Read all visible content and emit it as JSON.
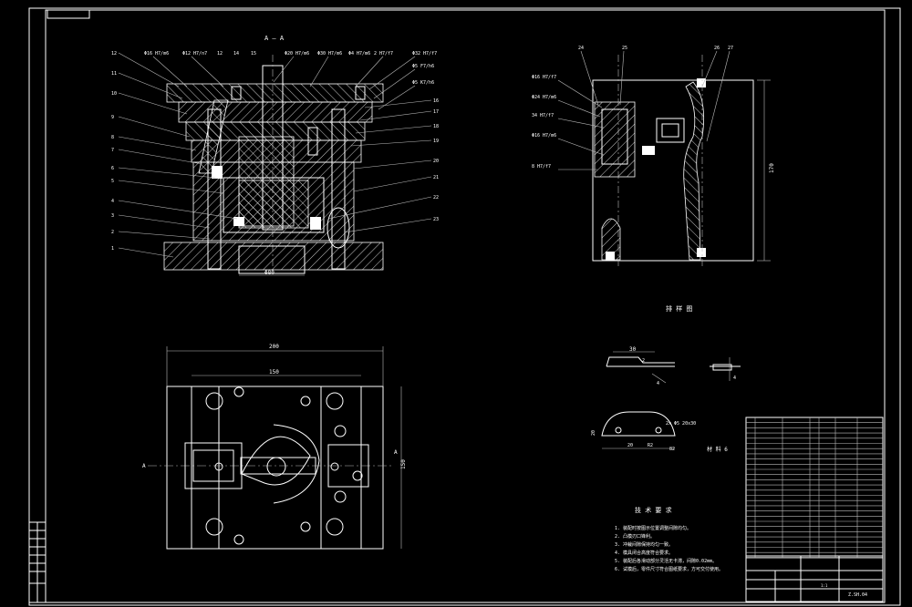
{
  "title_block": {
    "company_label": "",
    "drawing_name": "",
    "drawing_number": "Z.SH.04",
    "scale_label": "1:1"
  },
  "section_view": {
    "title": "A — A",
    "base_dim": "Φ80",
    "fits_top": [
      "Φ16 H7/m6",
      "Φ12 H7/n7",
      "12",
      "14",
      "15",
      "Φ20 H7/m6",
      "Φ30 H7/m6",
      "Φ4 H7/m6",
      "2 H7/f7",
      "Φ32 H7/f7",
      "Φ5 F7/h6",
      "Φ5 K7/h6"
    ],
    "left_balloons": [
      "12",
      "11",
      "10",
      "9",
      "8",
      "7",
      "6",
      "5",
      "4",
      "3",
      "2",
      "1"
    ],
    "right_balloons": [
      "16",
      "17",
      "18",
      "19",
      "20",
      "21",
      "22",
      "23"
    ]
  },
  "side_view": {
    "balloons_top": [
      "24",
      "25",
      "26",
      "27"
    ],
    "fits_left": [
      "Φ16 H7/f7",
      "Φ24 H7/m6",
      "34 H7/f7",
      "Φ16 H7/m6",
      "8 H7/f7"
    ],
    "height_dim": "170"
  },
  "part_label": "排 样 图",
  "plan_view": {
    "dim_width": "200",
    "dim_inner": "150",
    "dim_height": "150",
    "section_marker": "A"
  },
  "detail_dims": {
    "d1_width": "30",
    "d1_a": "2",
    "d1_b": "4",
    "d2_a": "4",
    "d3_label": "2x Φ5 20x30",
    "d3_w": "20",
    "d3_r": "R2",
    "d3_h": "20",
    "d3_side": "82"
  },
  "notes": {
    "heading": "技 术 要 求",
    "lines": [
      "1. 装配时按图示位置调整间隙均匀。",
      "2. 凸模刃口锋利。",
      "3. 冲裁间隙保持均匀一致。",
      "4. 模具闭合高度符合要求。",
      "5. 装配后各滑动部分灵活无卡滞，间隙0.02mm。",
      "6. 试模后，零件尺寸符合图纸要求，方可交付使用。"
    ]
  },
  "side_note": "材 料 6",
  "bom_rows_count_label": "27"
}
